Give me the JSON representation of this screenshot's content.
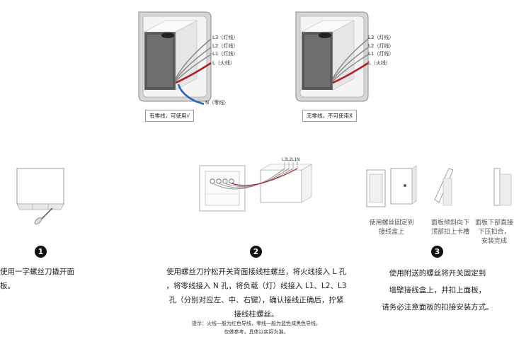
{
  "top_diagrams": {
    "left": {
      "wire_labels": [
        "L3（灯线）",
        "L2（灯线）",
        "L1（灯线）",
        "L（火线）"
      ],
      "neutral_label": "N（零线）",
      "caption": "有零线，可使用√"
    },
    "right": {
      "wire_labels": [
        "L3（灯线）",
        "L2（灯线）",
        "L1（灯线）",
        "L（火线）"
      ],
      "caption": "无零线，不可使用X"
    }
  },
  "step2_terminal_labels": [
    "L3",
    "L2",
    "L1",
    "N"
  ],
  "step3_captions": [
    [
      "使用螺丝固定到",
      "接线盒上"
    ],
    [
      "面板倾斜向下",
      "顶部扣上卡槽"
    ],
    [
      "面板下部直接",
      "下压扣合，",
      "安装完成"
    ]
  ],
  "steps": [
    {
      "number": "1",
      "lines": [
        "使用一字螺丝刀撬开面板。"
      ]
    },
    {
      "number": "2",
      "lines": [
        "使用螺丝刀拧松开关背面接线柱螺丝，将火线接入 L 孔",
        "，将零线接入 N 孔，将负载（灯）线接入 L1、L2、L3",
        "孔（分别对应左、中、右键），确认接线正确后，拧紧",
        "接线柱螺丝。"
      ],
      "tips": [
        "提示：火线一般为红色导线，零线一般为蓝色或黑色导线，",
        "仅做参考，具体以实际为准。"
      ]
    },
    {
      "number": "3",
      "lines": [
        "使用附送的螺丝将开关固定到",
        "墙壁接线盒上，并扣上面板，",
        "请务必注意面板的扣接安装方式。"
      ]
    }
  ],
  "colors": {
    "live_wire": "#b0202a",
    "neutral_wire": "#2f62b8",
    "gray_wire": "#8a8a8a",
    "number_circle": "#111111"
  }
}
